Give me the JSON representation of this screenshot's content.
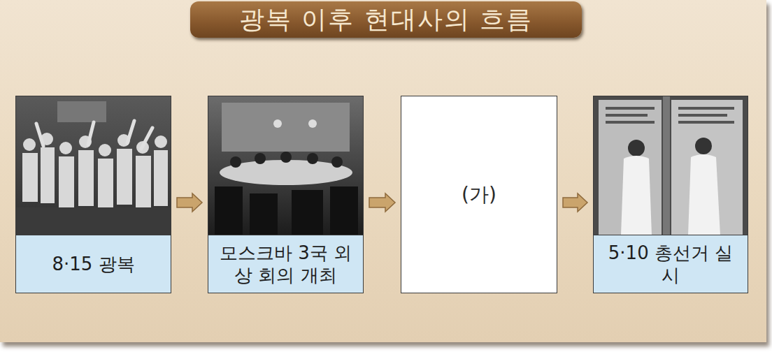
{
  "diagram": {
    "title": "광복 이후 현대사의 흐름",
    "nodes": [
      {
        "text": [
          "8·15 광복"
        ]
      },
      {
        "text": [
          "모스크바 3국 외상 회의 개최"
        ]
      },
      {
        "text": [
          "(가)"
        ]
      },
      {
        "text": [
          "5·10 총선거 실시"
        ]
      }
    ],
    "edges": [
      {
        "from": 0,
        "to": 1,
        "arrow": "to"
      },
      {
        "from": 1,
        "to": 2,
        "arrow": "to"
      },
      {
        "from": 2,
        "to": 3,
        "arrow": "to"
      }
    ]
  }
}
